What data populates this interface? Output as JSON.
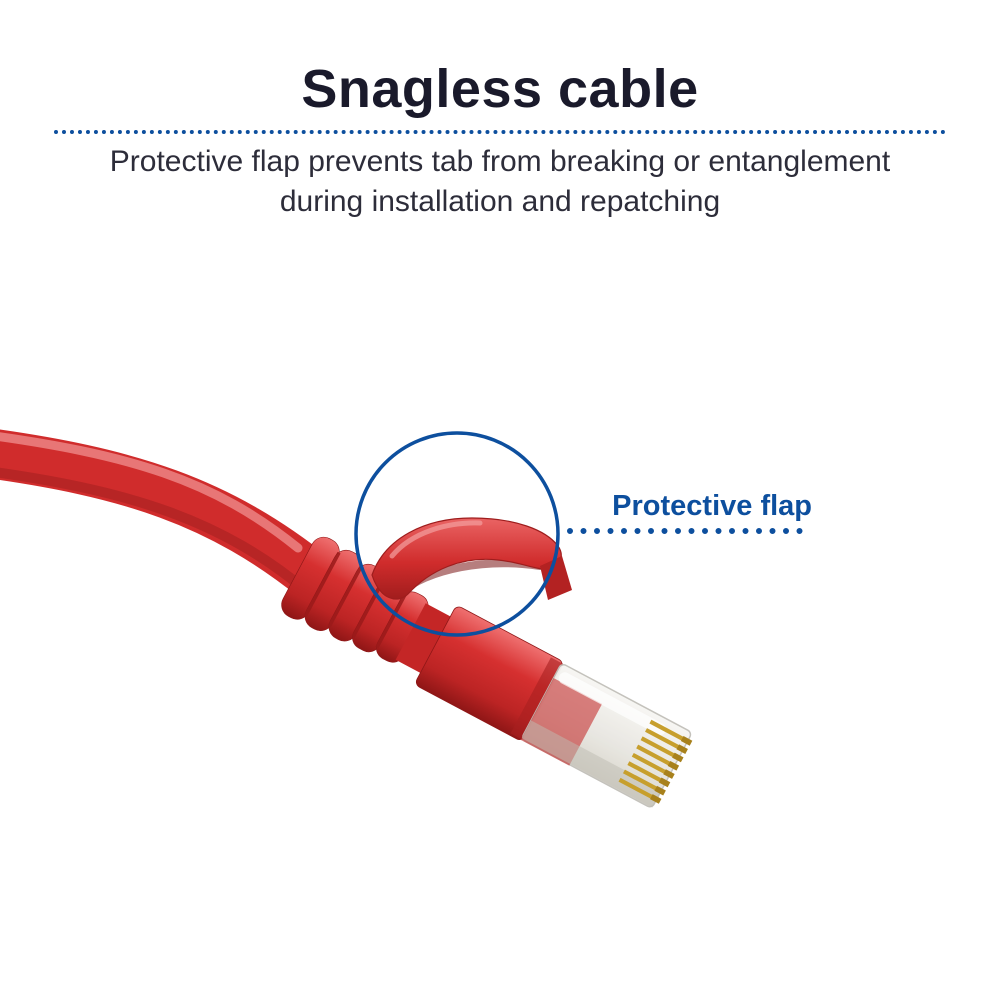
{
  "header": {
    "title": "Snagless cable",
    "subtitle_line1": "Protective flap prevents tab from breaking or entanglement",
    "subtitle_line2": "during installation and repatching"
  },
  "callout": {
    "label": "Protective flap"
  },
  "illustration": {
    "subject": "red-snagless-rj45-patch-cable",
    "highlight": "highlight-circle-around-protective-flap"
  },
  "colors": {
    "accent_blue": "#0d4f9e",
    "title_color": "#1a1a2b",
    "subtitle_color": "#2d2d3a",
    "cable_red": "#d02c2c",
    "cable_red_dark": "#9e1d1d",
    "cable_red_light": "#f08f8f",
    "connector_clear": "#eceae6",
    "pin_gold": "#c79f2d",
    "page_bg": "#ffffff"
  }
}
